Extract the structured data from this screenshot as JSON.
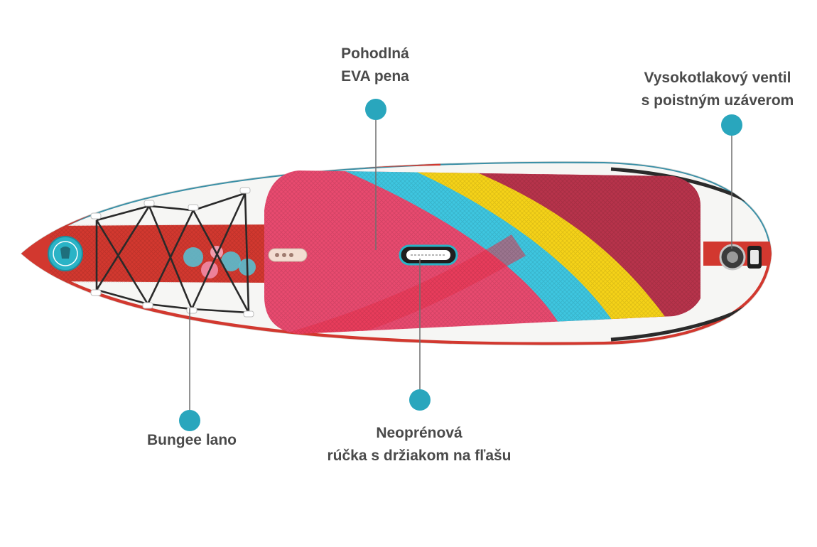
{
  "accent_color": "#29a6bd",
  "label_color": "#4a4a4a",
  "board_colors": {
    "pad_pink": "#e84a6f",
    "pad_maroon": "#b7334b",
    "stripe_blue": "#3ec6e0",
    "stripe_yellow": "#f5d218",
    "rail_red": "#d2382f",
    "board_white": "#f6f6f4"
  },
  "callouts": {
    "eva_pad": {
      "line1": "Pohodlná",
      "line2": "EVA pena"
    },
    "valve": {
      "line1": "Vysokotlakový ventil",
      "line2": "s poistným uzáverom"
    },
    "bungee": {
      "line1": "Bungee lano"
    },
    "handle": {
      "line1": "Neoprénová",
      "line2": "rúčka s držiakom na fľašu"
    }
  }
}
